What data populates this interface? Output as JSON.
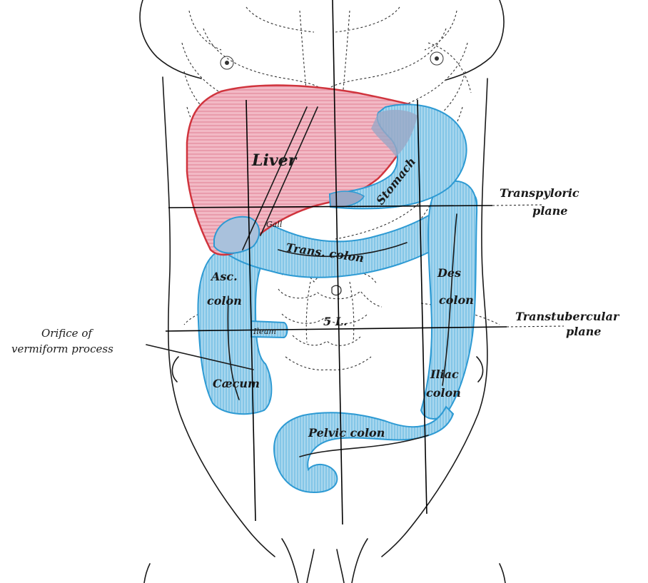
{
  "colors": {
    "liver_fill": "#f2b9c5",
    "liver_stroke": "#d0343d",
    "colon_fill": "#a9d7ee",
    "colon_stroke": "#2d9ad3",
    "ink": "#1a1a1a"
  },
  "labels": {
    "liver": "Liver",
    "stomach": "Stomach",
    "trans_colon": "Trans. colon",
    "asc_line1": "Asc.",
    "asc_line2": "colon",
    "des_line1": "Des",
    "des_line2": "colon",
    "iliac_line1": "Iliac",
    "iliac_line2": "colon",
    "pelvic_colon": "Pelvic colon",
    "caecum": "Cæcum",
    "ileum": "Ileum",
    "gall": "Gall",
    "sl": "5 L.",
    "transpyloric_line1": "Transpyloric",
    "transpyloric_line2": "plane",
    "transtubercular_line1": "Transtubercular",
    "transtubercular_line2": "plane",
    "orifice_line1": "Orifice of",
    "orifice_line2": "vermiform process"
  },
  "icons": {
    "left_nipple": "nipple-icon",
    "right_nipple": "nipple-icon",
    "navel": "umbilicus-icon"
  }
}
